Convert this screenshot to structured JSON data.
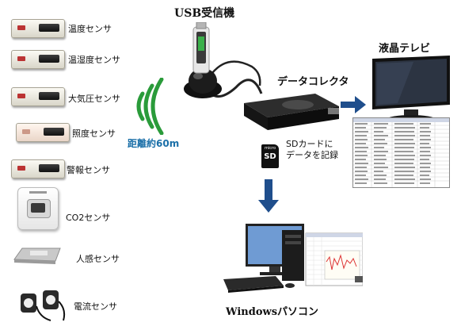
{
  "sensors": [
    {
      "label": "温度センサ"
    },
    {
      "label": "温湿度センサ"
    },
    {
      "label": "大気圧センサ"
    },
    {
      "label": "照度センサ"
    },
    {
      "label": "警報センサ"
    },
    {
      "label": "CO2センサ"
    },
    {
      "label": "人感センサ"
    },
    {
      "label": "電流センサ"
    }
  ],
  "distance_label": "距離約60m",
  "usb_receiver_label": "USB受信機",
  "data_collector_label": "データコレクタ",
  "tv_label": "液晶テレビ",
  "sd_note_line1": "SDカードに",
  "sd_note_line2": "データを記録",
  "sd_card_text": "SD",
  "sd_card_brand": "micro",
  "pc_label": "Windowsパソコン",
  "colors": {
    "wave": "#2a9b3a",
    "arrow": "#1f4e8c",
    "distance": "#1a6fa8"
  }
}
